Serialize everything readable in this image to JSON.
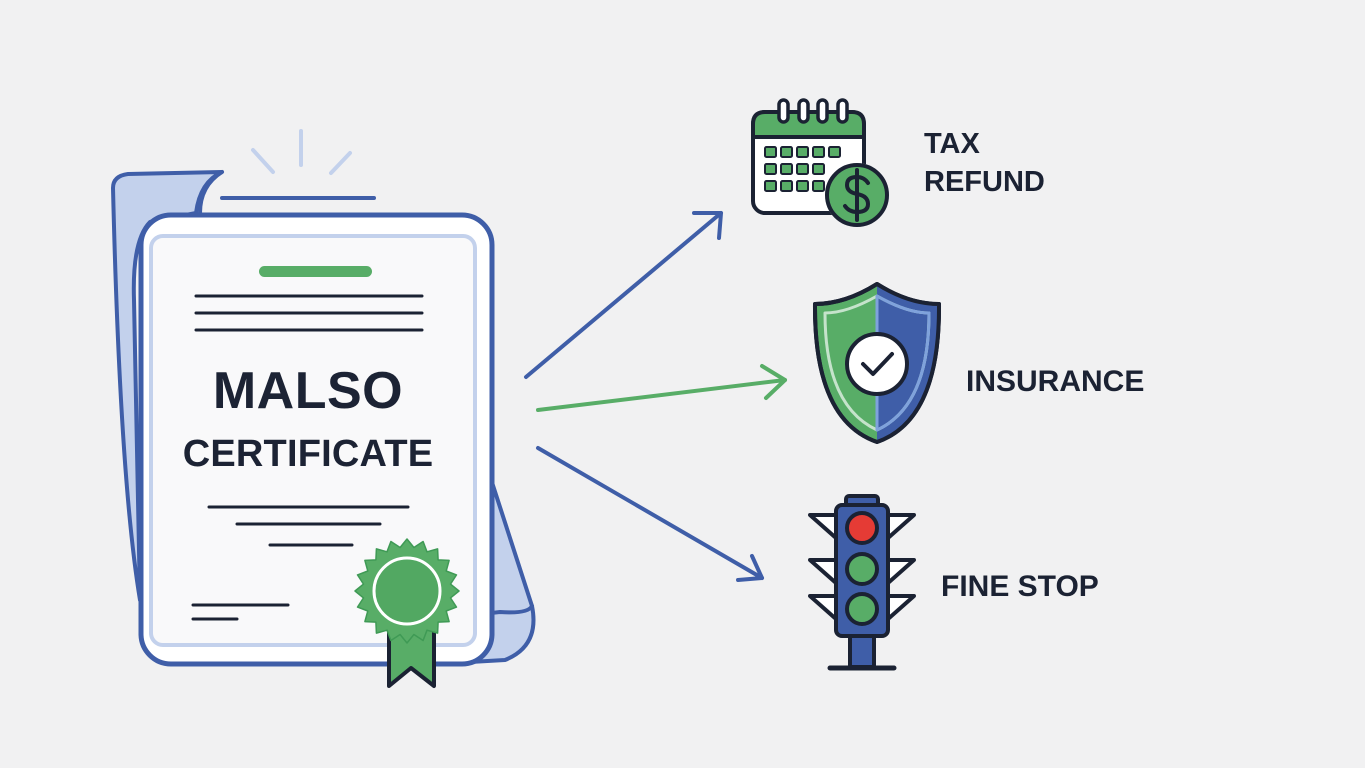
{
  "certificate": {
    "title": "MALSO",
    "subtitle": "CERTIFICATE"
  },
  "benefits": [
    {
      "icon": "calendar-dollar-icon",
      "line1": "TAX",
      "line2": "REFUND"
    },
    {
      "icon": "shield-check-icon",
      "label": "INSURANCE"
    },
    {
      "icon": "traffic-light-icon",
      "label": "FINE STOP"
    }
  ],
  "colors": {
    "navy": "#3f5ea8",
    "green": "#58ad67",
    "ink": "#1b2233",
    "red": "#e53b35",
    "light_blue": "#c3d1ec",
    "background": "#f1f1f2"
  }
}
